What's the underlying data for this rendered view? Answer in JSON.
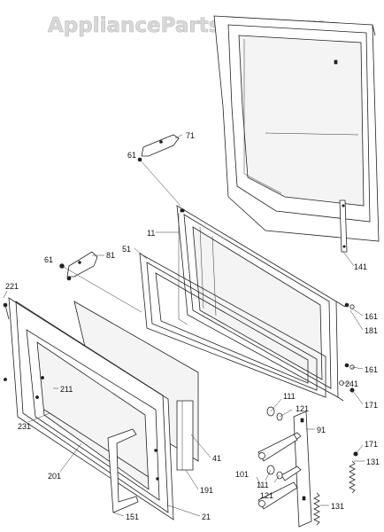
{
  "watermark": "AppliancePartsPros.com",
  "labels": {
    "p11": "11",
    "p21": "21",
    "p41": "41",
    "p51": "51",
    "p61a": "61",
    "p61b": "61",
    "p71": "71",
    "p81": "81",
    "p91": "91",
    "p101": "101",
    "p111a": "111",
    "p111b": "111",
    "p121a": "121",
    "p121b": "121",
    "p131a": "131",
    "p131b": "131",
    "p141": "141",
    "p151": "151",
    "p161a": "161",
    "p161b": "161",
    "p171a": "171",
    "p171b": "171",
    "p181": "181",
    "p191": "191",
    "p201": "201",
    "p211": "211",
    "p221": "221",
    "p231": "231",
    "p241": "241"
  }
}
